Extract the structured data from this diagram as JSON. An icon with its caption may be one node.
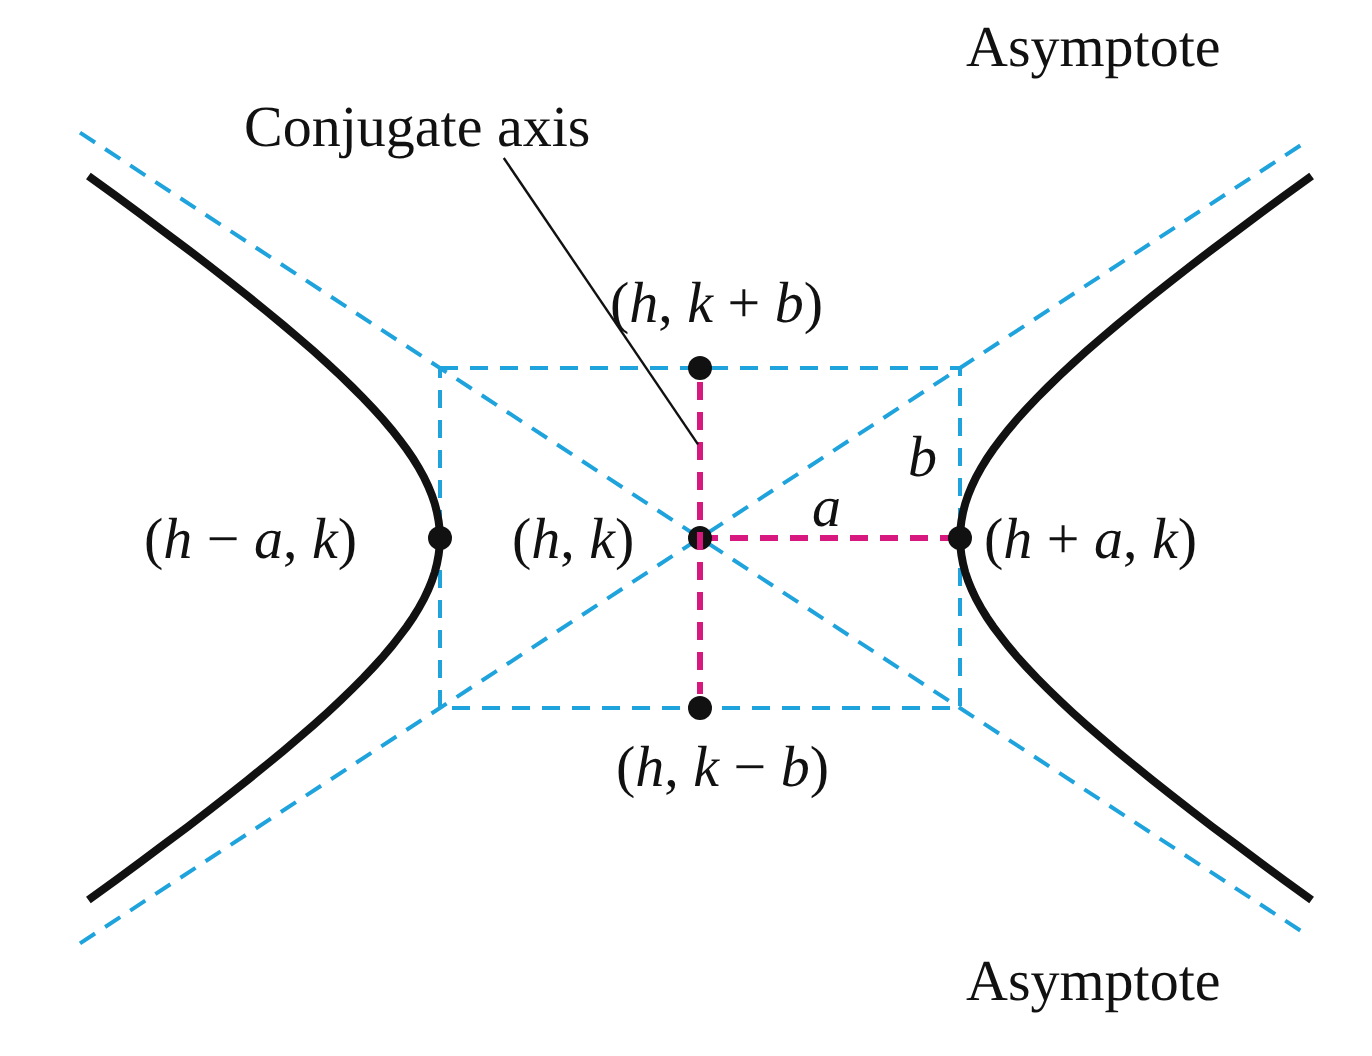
{
  "diagram": {
    "nodes": [
      {
        "text": [
          "Conjugate axis"
        ]
      },
      {
        "text": [],
        "shape": "line"
      }
    ],
    "edges": [
      {
        "from": 0,
        "to": 1,
        "arrow": "none"
      }
    ],
    "labels": [
      "Asymptote",
      "(*h*, *k* + *b*)",
      "*b*",
      "(*h* − *a*, *k*)",
      "(*h*, *k*)",
      "*a*",
      "(*h* + *a*, *k*)",
      "(*h*, *k* − *b*)",
      "Asymptote"
    ]
  }
}
